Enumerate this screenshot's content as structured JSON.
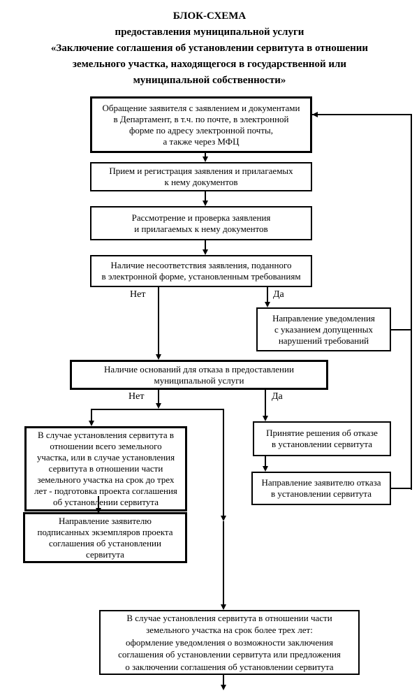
{
  "title": {
    "text": "БЛОК-СХЕМА\nпредоставления муниципальной услуги\n«Заключение соглашения об установлении сервитута в отношении\nземельного участка, находящегося в государственной или\nмуниципальной собственности»"
  },
  "nodes": {
    "application": "Обращение заявителя с заявлением и документами\nв Департамент, в т.ч. по почте, в электронной\nформе по адресу  электронной почты,\nа также через МФЦ",
    "reception": "Прием и регистрация заявления и прилагаемых\nк нему документов",
    "review": "Рассмотрение и проверка заявления\nи прилагаемых к нему документов",
    "mismatch_check": "Наличие несоответствия заявления, поданного\nв электронной форме, установленным требованиям",
    "notice_violations": "Направление уведомления\nс указанием допущенных\nнарушений требований",
    "refusal_grounds_check": "Наличие оснований для отказа в предоставлении\nмуниципальной услуги",
    "draft_agreement": "В случае установления сервитута в\nотношении всего земельного\nучастка, или в случае установления\nсервитута в отношении части\nземельного участка на срок до трех\nлет - подготовка проекта соглашения\nоб установлении сервитута",
    "send_signed_copies": "Направление заявителю\nподписанных экземпляров проекта\nсоглашения об установлении\nсервитута",
    "refusal_decision": "Принятие решения об отказе\nв установлении сервитута",
    "send_refusal": "Направление заявителю отказа\nв установлении сервитута",
    "over_three_years": "В случае установления сервитута в отношении части\nземельного участка на срок более трех лет:\nоформление уведомления о возможности заключения\nсоглашения об установлении сервитута или предложения\nо заключении соглашения об установлении сервитута"
  },
  "labels": {
    "no_mismatch": "Нет",
    "yes_mismatch": "Да",
    "no_refusal": "Нет",
    "yes_refusal": "Да"
  },
  "colors": {
    "background": "#ffffff",
    "line": "#000000",
    "text": "#000000"
  }
}
